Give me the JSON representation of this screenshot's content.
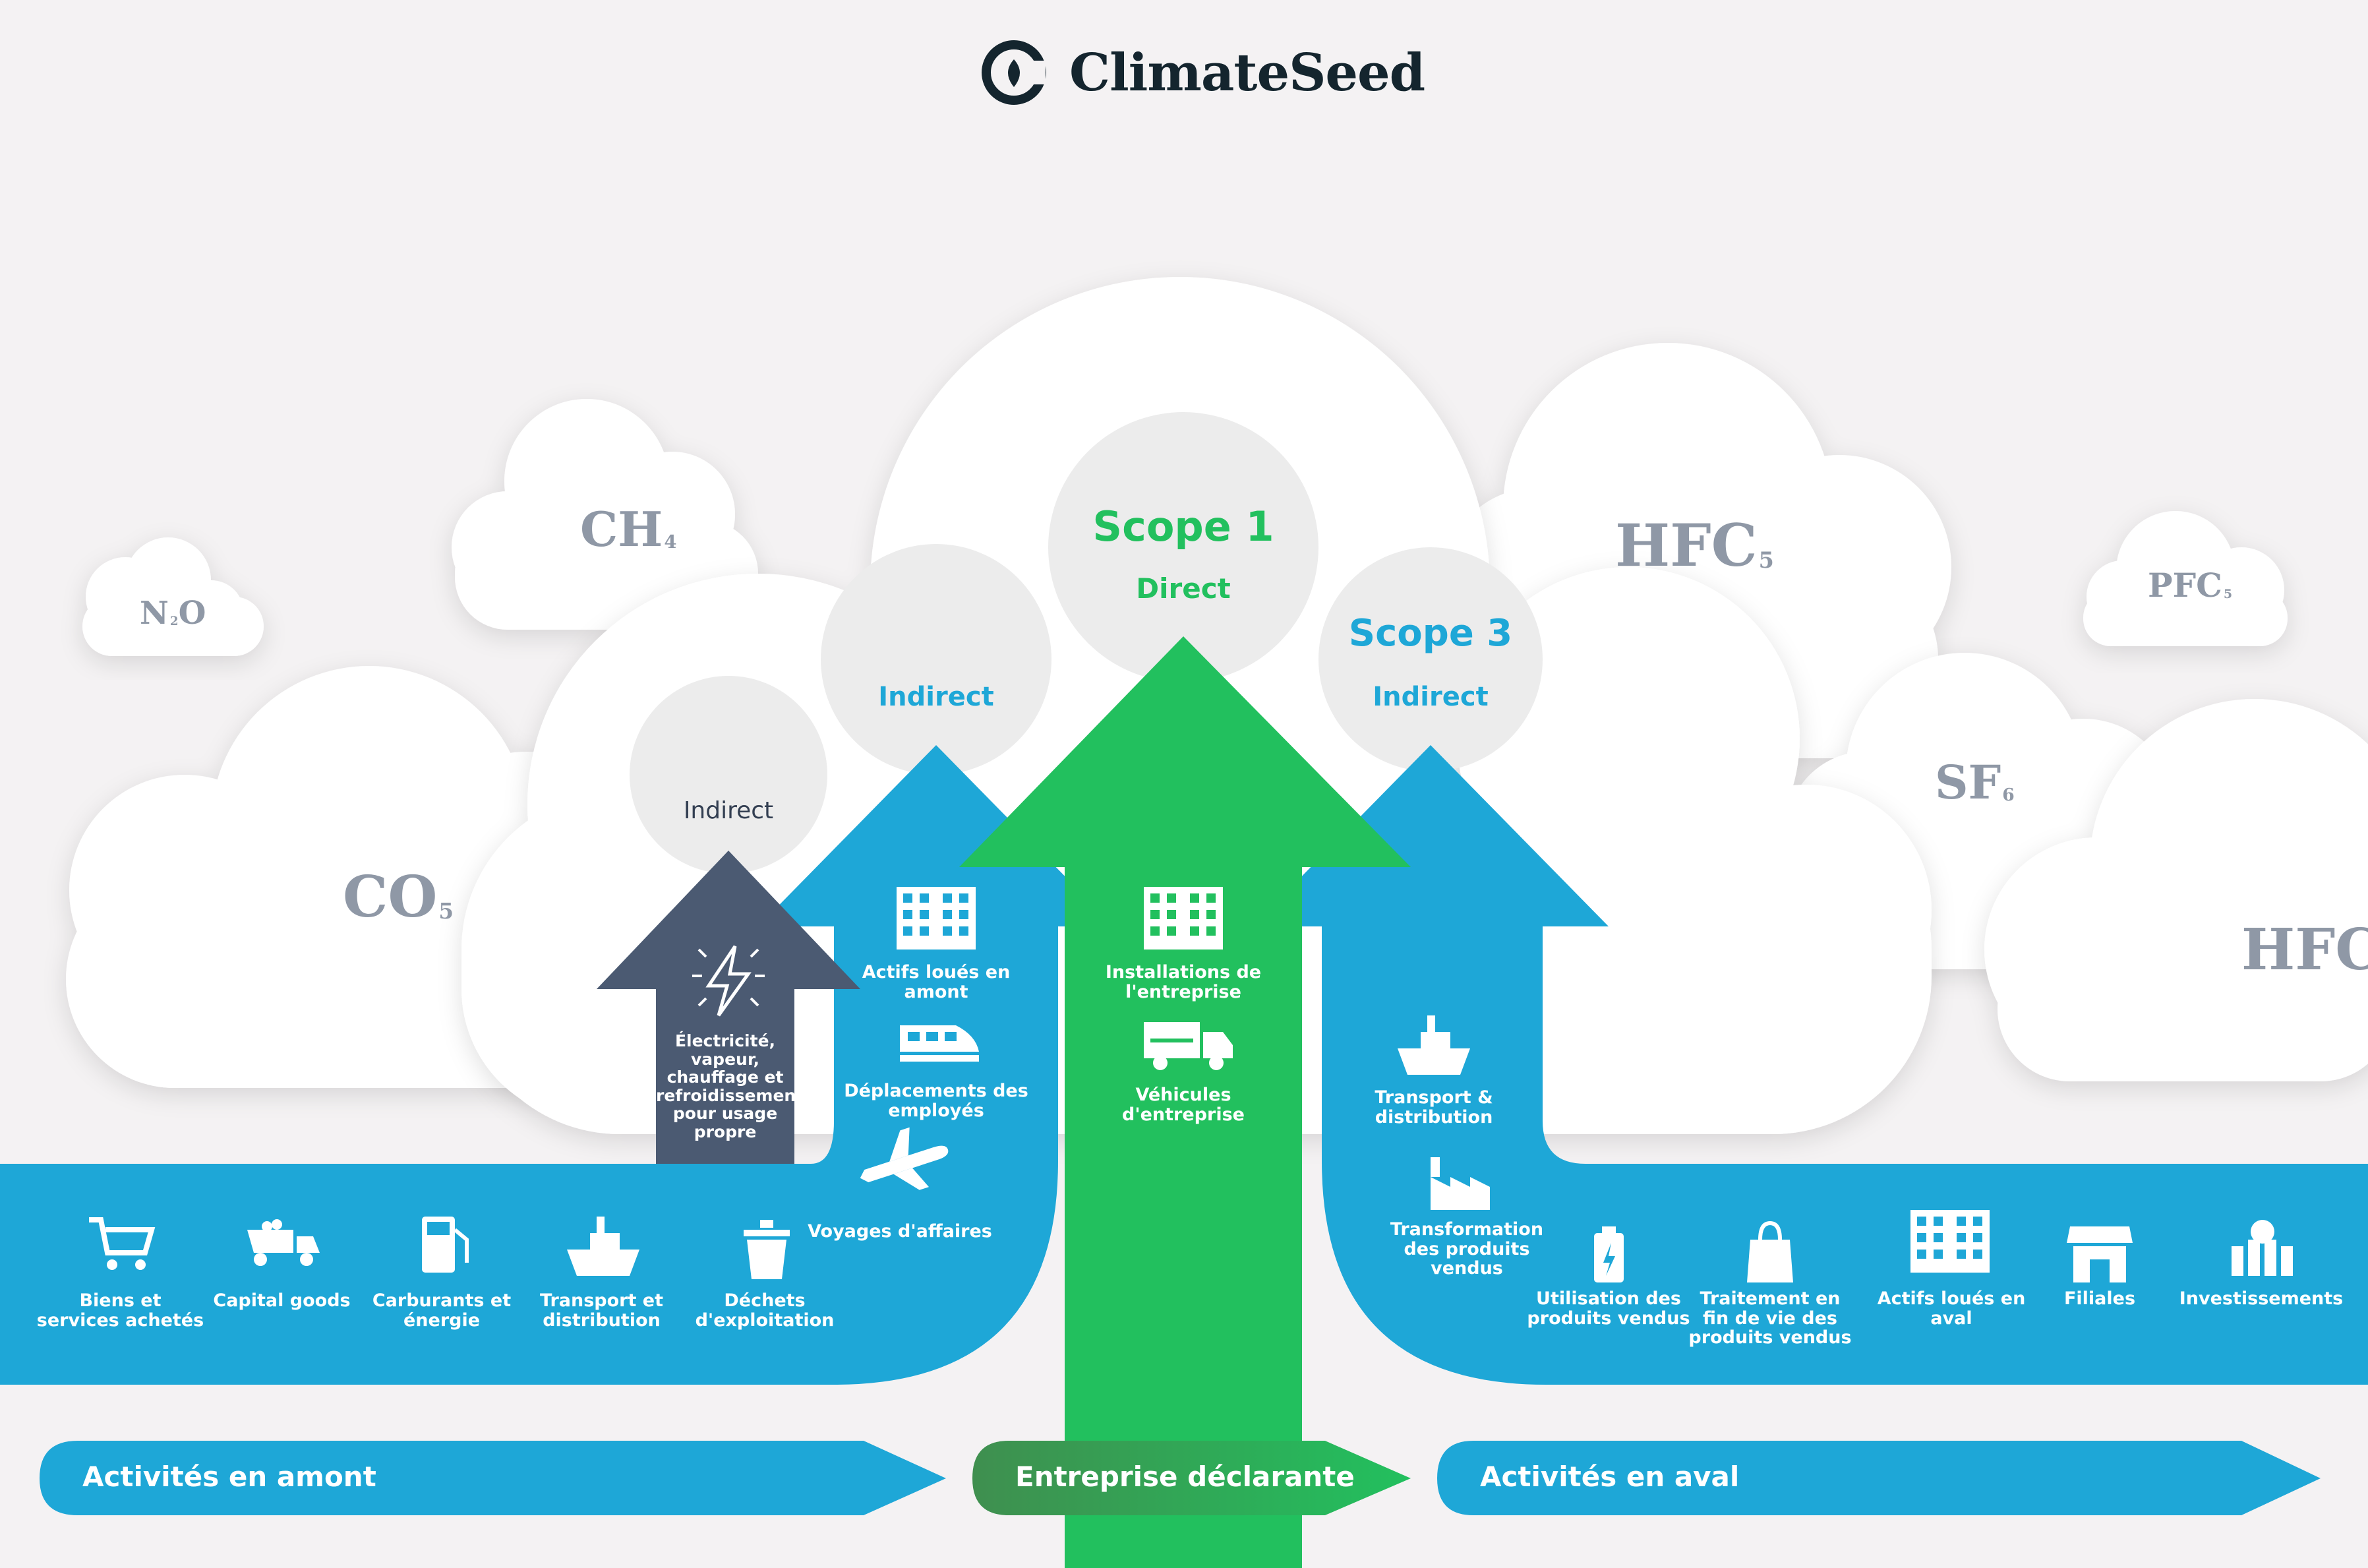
{
  "brand": {
    "name": "ClimateSeed",
    "colors": {
      "dark": "#14252e",
      "blue": "#1ea7d7",
      "green": "#22c05e",
      "slate": "#4b5a72",
      "gray": "#8f98a6"
    }
  },
  "gases": {
    "n2o": {
      "main": "N",
      "sub": "2",
      "tail": "O"
    },
    "ch4": {
      "main": "CH",
      "sub": "4"
    },
    "co2": {
      "main": "CO",
      "sub": "5"
    },
    "hfc_top": {
      "main": "HFC",
      "sub": "5"
    },
    "pfc": {
      "main": "PFC",
      "sub": "5"
    },
    "sf6": {
      "main": "SF",
      "sub": "6"
    },
    "hfc_right": {
      "main": "HFC"
    }
  },
  "scopes": {
    "scope2": {
      "type": "Indirect"
    },
    "scope2_blue": {
      "type": "Indirect"
    },
    "scope1": {
      "title": "Scope 1",
      "type": "Direct"
    },
    "scope3": {
      "title": "Scope 3",
      "type": "Indirect"
    }
  },
  "scope2_item": {
    "label": "Électricité, vapeur, chauffage et refroidissement pour usage propre"
  },
  "upstream_arrow_items": [
    {
      "label": "Actifs loués en amont",
      "icon": "building-icon"
    },
    {
      "label": "Déplacements des employés",
      "icon": "train-icon"
    },
    {
      "label": "Voyages d'affaires",
      "icon": "airplane-icon"
    }
  ],
  "scope1_items": [
    {
      "label": "Installations de l'entreprise",
      "icon": "building-icon"
    },
    {
      "label": "Véhicules d'entreprise",
      "icon": "truck-icon"
    }
  ],
  "downstream_arrow_items": [
    {
      "label": "Transport & distribution",
      "icon": "ship-icon"
    },
    {
      "label": "Transformation des produits vendus",
      "icon": "factory-icon"
    }
  ],
  "upstream_band_items": [
    {
      "label": "Biens et services achetés",
      "icon": "cart-icon"
    },
    {
      "label": "Capital goods",
      "icon": "dump-truck-icon"
    },
    {
      "label": "Carburants et énergie",
      "icon": "fuel-pump-icon"
    },
    {
      "label": "Transport et distribution",
      "icon": "ship-icon"
    },
    {
      "label": "Déchets d'exploitation",
      "icon": "trash-icon"
    }
  ],
  "downstream_band_items": [
    {
      "label": "Utilisation des produits vendus",
      "icon": "battery-icon"
    },
    {
      "label": "Traitement en fin de vie des produits vendus",
      "icon": "recycle-bag-icon"
    },
    {
      "label": "Actifs loués en aval",
      "icon": "building-icon"
    },
    {
      "label": "Filiales",
      "icon": "store-icon"
    },
    {
      "label": "Investissements",
      "icon": "investment-icon"
    }
  ],
  "bottom_bands": {
    "upstream": "Activités en amont",
    "reporting": "Entreprise déclarante",
    "downstream": "Activités en aval"
  }
}
